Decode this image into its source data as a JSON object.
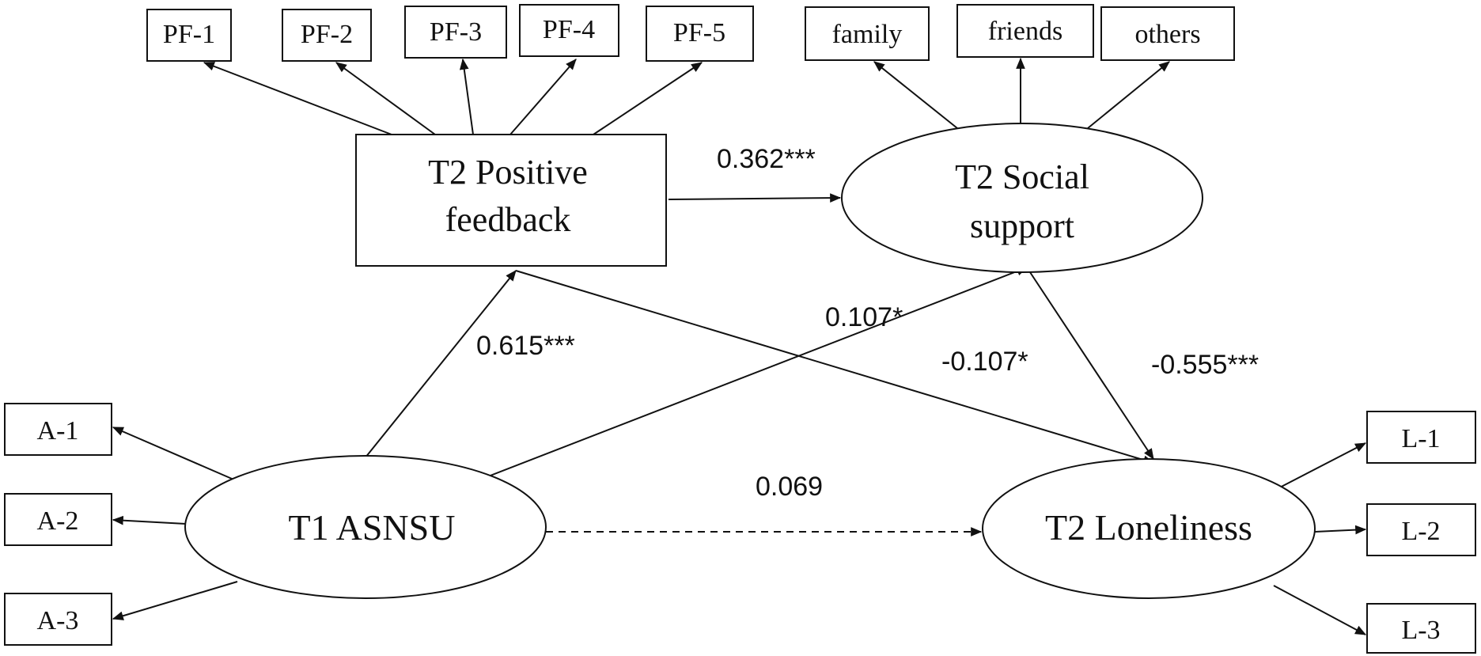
{
  "indicators": {
    "pf1": "PF-1",
    "pf2": "PF-2",
    "pf3": "PF-3",
    "pf4": "PF-4",
    "pf5": "PF-5",
    "family": "family",
    "friends": "friends",
    "others": "others",
    "a1": "A-1",
    "a2": "A-2",
    "a3": "A-3",
    "l1": "L-1",
    "l2": "L-2",
    "l3": "L-3"
  },
  "constructs": {
    "positive_feedback": {
      "line1": "T2 Positive",
      "line2": "feedback"
    },
    "social_support": {
      "line1": "T2 Social",
      "line2": "support"
    },
    "asnsu": {
      "label": "T1 ASNSU"
    },
    "loneliness": {
      "label": "T2 Loneliness"
    }
  },
  "paths": {
    "pf_to_ss": "0.362***",
    "asnsu_to_pf": "0.615***",
    "asnsu_to_ss": "0.107*",
    "pf_to_lon": "-0.107*",
    "ss_to_lon": "-0.555***",
    "asnsu_to_lon": "0.069"
  },
  "colors": {
    "line": "#111111",
    "background": "#ffffff"
  }
}
